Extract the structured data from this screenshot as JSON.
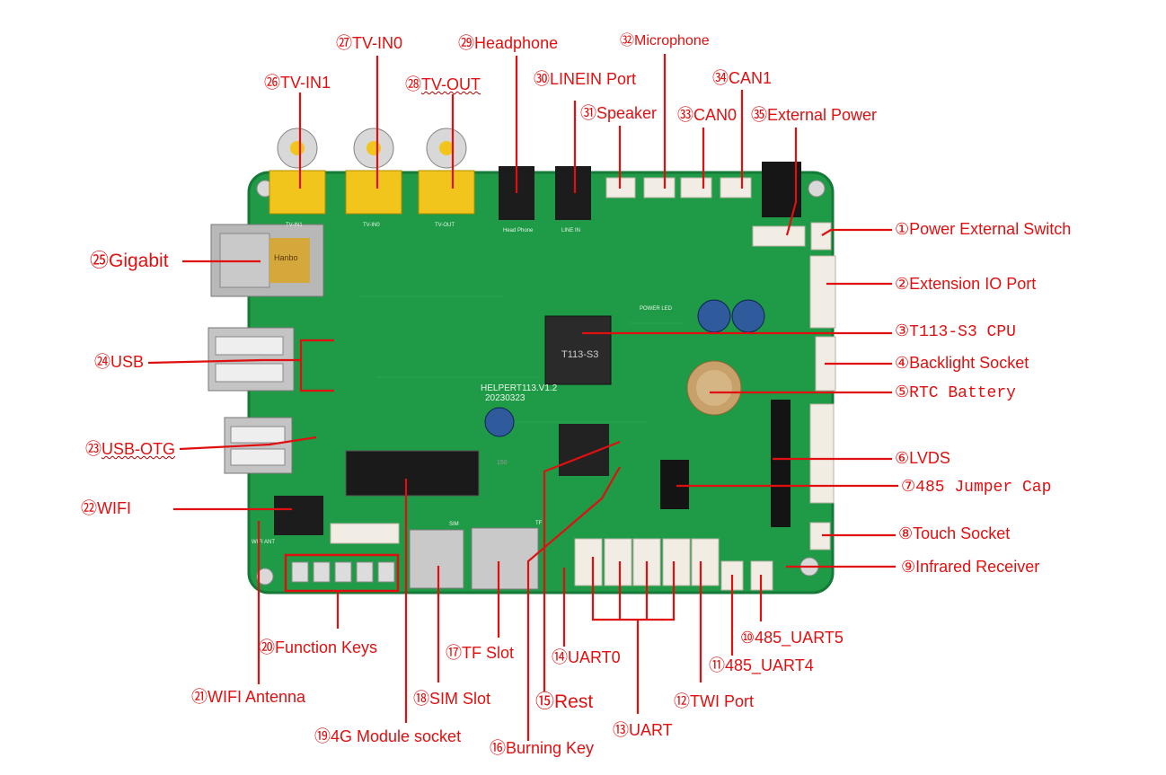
{
  "labels": {
    "l1": {
      "num": "①",
      "text": "Power External Switch"
    },
    "l2": {
      "num": "②",
      "text": "Extension IO Port"
    },
    "l3": {
      "num": "③",
      "text": "T113-S3 CPU"
    },
    "l4": {
      "num": "④",
      "text": "Backlight Socket"
    },
    "l5": {
      "num": "⑤",
      "text": "RTC Battery"
    },
    "l6": {
      "num": "⑥",
      "text": "LVDS"
    },
    "l7": {
      "num": "⑦",
      "text": "485 Jumper Cap"
    },
    "l8": {
      "num": "⑧",
      "text": "Touch Socket"
    },
    "l9": {
      "num": "⑨",
      "text": "Infrared Receiver"
    },
    "l10": {
      "num": "⑩",
      "text": "485_UART5"
    },
    "l11": {
      "num": "⑪",
      "text": "485_UART4"
    },
    "l12": {
      "num": "⑫",
      "text": "TWI Port"
    },
    "l13": {
      "num": "⑬",
      "text": "UART"
    },
    "l14": {
      "num": "⑭",
      "text": "UART0"
    },
    "l15": {
      "num": "⑮",
      "text": "Rest"
    },
    "l16": {
      "num": "⑯",
      "text": "Burning Key"
    },
    "l17": {
      "num": "⑰",
      "text": "TF Slot"
    },
    "l18": {
      "num": "⑱",
      "text": "SIM Slot"
    },
    "l19": {
      "num": "⑲",
      "text": "4G Module socket"
    },
    "l20": {
      "num": "⑳",
      "text": "Function Keys"
    },
    "l21": {
      "num": "㉑",
      "text": "WIFI Antenna"
    },
    "l22": {
      "num": "㉒",
      "text": "WIFI"
    },
    "l23": {
      "num": "㉓",
      "text": "USB-OTG"
    },
    "l24": {
      "num": "㉔",
      "text": "USB"
    },
    "l25": {
      "num": "㉕",
      "text": "Gigabit"
    },
    "l26": {
      "num": "㉖",
      "text": "TV-IN1"
    },
    "l27": {
      "num": "㉗",
      "text": "TV-IN0"
    },
    "l28": {
      "num": "㉘",
      "text": "TV-OUT"
    },
    "l29": {
      "num": "㉙",
      "text": "Headphone"
    },
    "l30": {
      "num": "㉚",
      "text": "LINEIN Port"
    },
    "l31": {
      "num": "㉛",
      "text": "Speaker"
    },
    "l32": {
      "num": "㉜",
      "text": "Microphone"
    },
    "l33": {
      "num": "㉝",
      "text": "CAN0"
    },
    "l34": {
      "num": "㉞",
      "text": "CAN1"
    },
    "l35": {
      "num": "㉟",
      "text": "External Power"
    }
  },
  "board_text": {
    "model": "HELPERT113.V1.2",
    "date": "20230323",
    "cpu_name": "T113-S3",
    "jack_headphone": "Head Phone",
    "jack_linein": "LINE IN",
    "rca_in1": "TV-IN1",
    "rca_in0": "TV-IN0",
    "rca_out": "TV-OUT",
    "power_led": "POWER LED",
    "sim": "SIM",
    "tf": "TF",
    "wifi_ant": "WIFI ANT",
    "lan": "Hanbo",
    "ic_mark": "150"
  },
  "colors": {
    "label": "#e01010",
    "pcb": "#1f9a46",
    "pcb_dark": "#15803a",
    "rca_yellow": "#f2c51d",
    "connector": "#f2ede4"
  }
}
